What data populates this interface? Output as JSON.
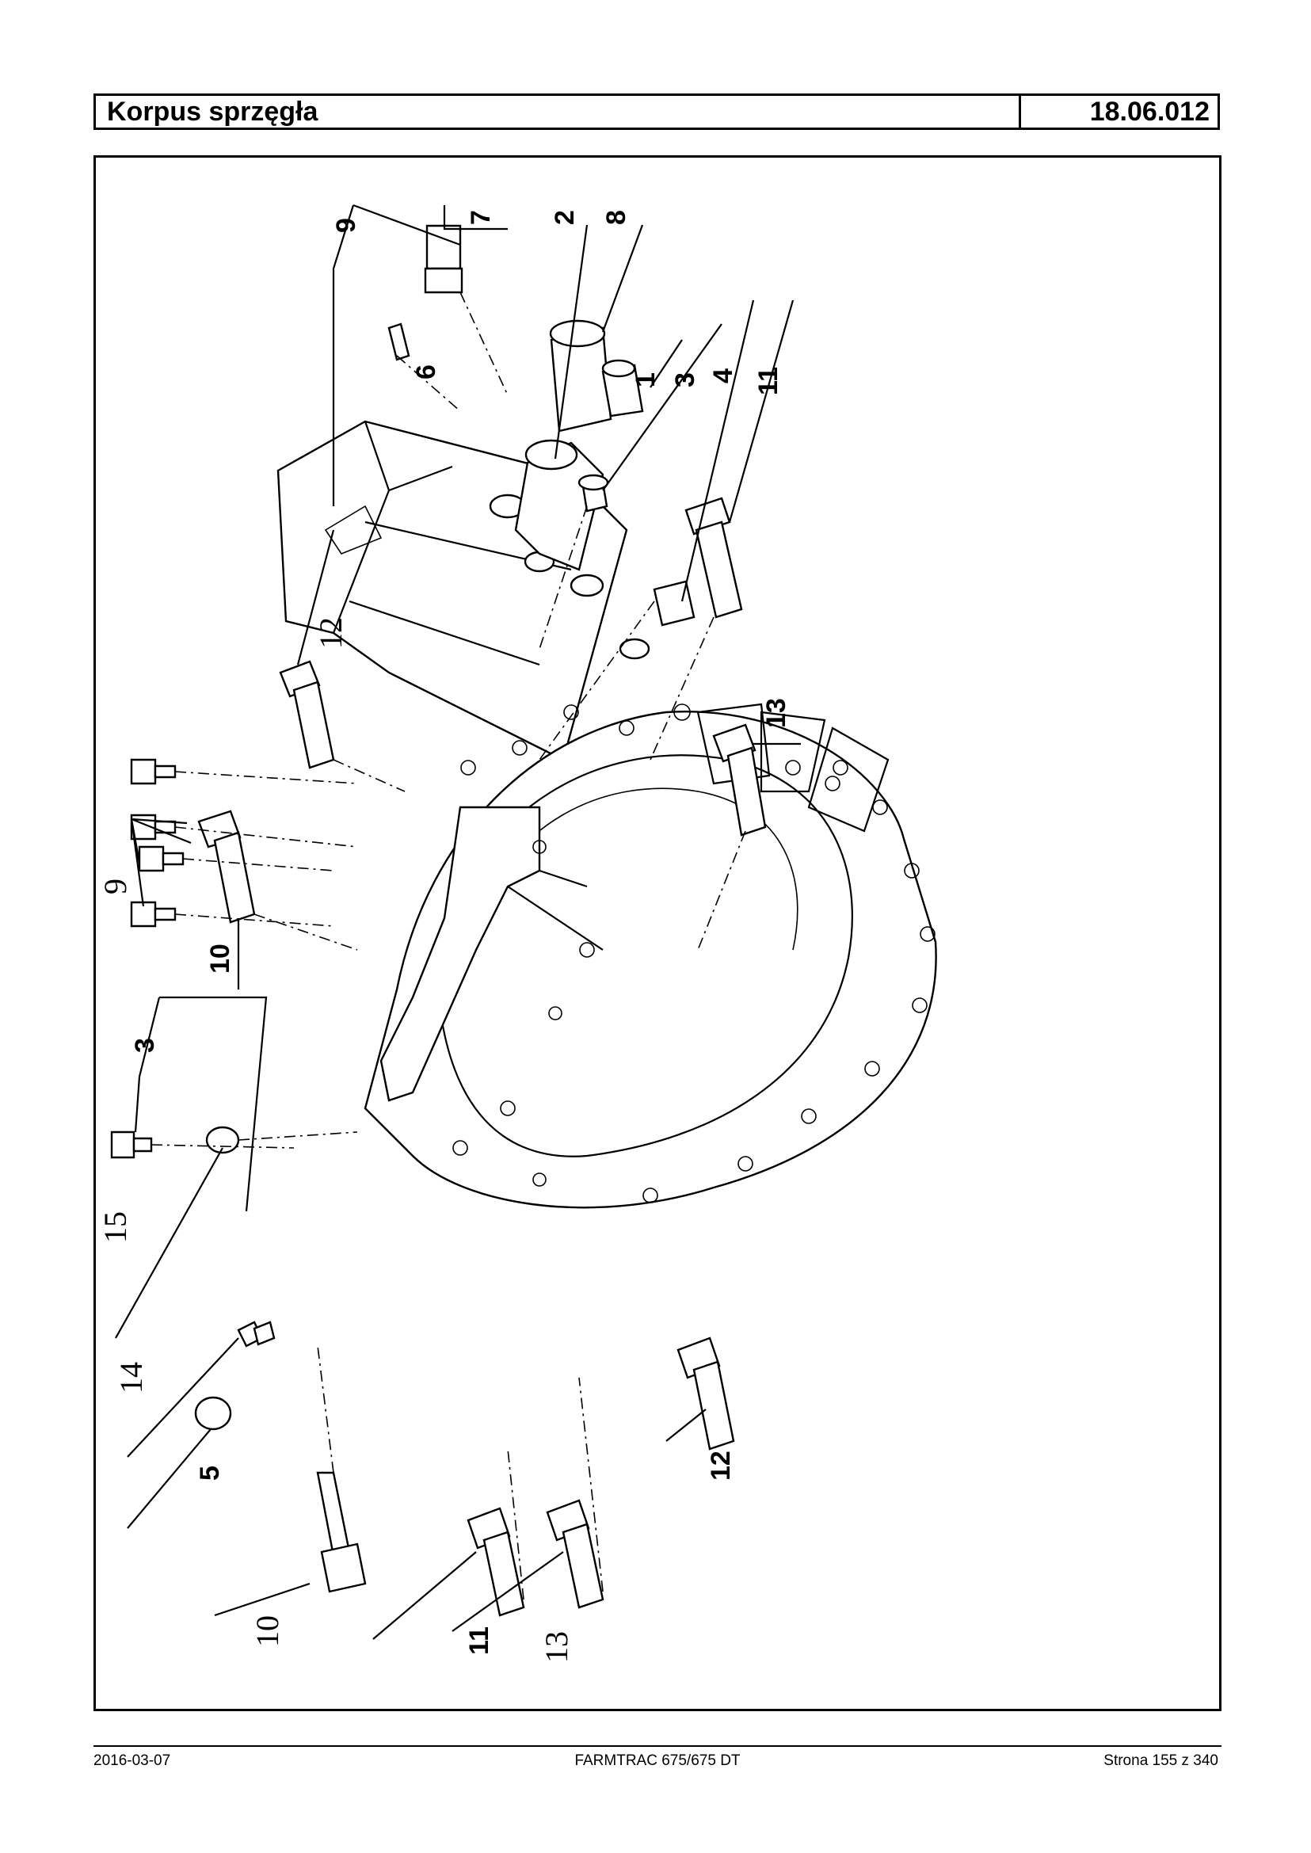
{
  "header": {
    "title": "Korpus sprzęgła",
    "code": "18.06.012"
  },
  "diagram": {
    "callouts": {
      "c1": "1",
      "c2": "2",
      "c3a": "3",
      "c3b": "3",
      "c4": "4",
      "c5": "5",
      "c6": "6",
      "c7": "7",
      "c8": "8",
      "c9a": "9",
      "c9b": "9",
      "c10a": "10",
      "c10b": "10",
      "c11a": "11",
      "c11b": "11",
      "c12a": "12",
      "c12b": "12",
      "c13a": "13",
      "c13b": "13",
      "c14": "14",
      "c15": "15"
    }
  },
  "footer": {
    "date": "2016-03-07",
    "model": "FARMTRAC 675/675 DT",
    "page": "Strona 155 z 340"
  }
}
